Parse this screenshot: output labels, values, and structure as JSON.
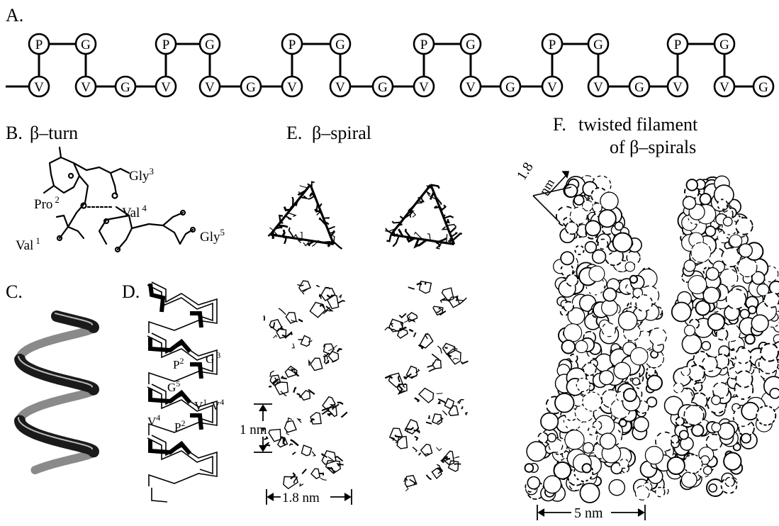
{
  "panels": {
    "a": {
      "label": "A."
    },
    "b": {
      "label": "B.",
      "title": "β–turn"
    },
    "c": {
      "label": "C."
    },
    "d": {
      "label": "D."
    },
    "e": {
      "label": "E.",
      "title": "β–spiral"
    },
    "f": {
      "label": "F.",
      "title_line1": "twisted filament",
      "title_line2": "of β–spirals"
    }
  },
  "sequence": {
    "top": [
      "P",
      "G",
      "P",
      "G",
      "P",
      "G",
      "P",
      "G",
      "P",
      "G",
      "P",
      "G"
    ],
    "bottom": [
      "V",
      "V",
      "G",
      "V",
      "V",
      "G",
      "V",
      "V",
      "G",
      "V",
      "V",
      "G",
      "V",
      "V",
      "G",
      "V",
      "V",
      "G"
    ]
  },
  "beta_turn_labels": {
    "gly3": {
      "name": "Gly",
      "sup": "3"
    },
    "pro2": {
      "name": "Pro",
      "sup": "2"
    },
    "val4": {
      "name": "Val",
      "sup": "4"
    },
    "val1": {
      "name": "Val",
      "sup": "1"
    },
    "gly5": {
      "name": "Gly",
      "sup": "5"
    }
  },
  "d_labels": {
    "p2": {
      "name": "P",
      "sup": "2"
    },
    "g3": {
      "name": "G",
      "sup": "3"
    },
    "g5": {
      "name": "G",
      "sup": "5"
    },
    "v1": {
      "name": "V",
      "sup": "1"
    },
    "v4a": {
      "name": "V",
      "sup": "4"
    },
    "v4b": {
      "name": "V",
      "sup": "4"
    },
    "p2b": {
      "name": "P",
      "sup": "2"
    }
  },
  "scales": {
    "e_pitch": "1 nm",
    "e_width": "1.8 nm",
    "f_width": "5 nm",
    "f_diameter_num": "1.8",
    "f_diameter_unit": "nm"
  }
}
